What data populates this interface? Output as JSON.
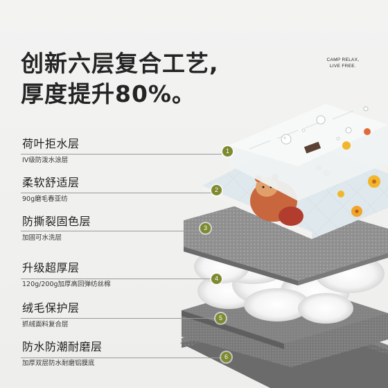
{
  "headline": {
    "line1": "创新六层复合工艺,",
    "line2": "厚度提升80%。"
  },
  "brand": {
    "line1": "CAMP RELAX,",
    "line2": "LIVE FREE."
  },
  "layers": [
    {
      "number": "1",
      "title": "荷叶拒水层",
      "subtitle": "IV级防泼水涂层"
    },
    {
      "number": "2",
      "title": "柔软舒适层",
      "subtitle": "90g磨毛春亚纺"
    },
    {
      "number": "3",
      "title": "防撕裂固色层",
      "subtitle": "加固可水洗层"
    },
    {
      "number": "4",
      "title": "升级超厚层",
      "subtitle": "120g/200g加厚高回弹纺丝棉"
    },
    {
      "number": "5",
      "title": "绒毛保护层",
      "subtitle": "抓绒面料复合层"
    },
    {
      "number": "6",
      "title": "防水防潮耐磨层",
      "subtitle": "加厚双层防水耐磨铝膜底"
    }
  ],
  "colors": {
    "marker": "#7d8a2e",
    "text": "#242424",
    "background": "#f0f0ef"
  }
}
